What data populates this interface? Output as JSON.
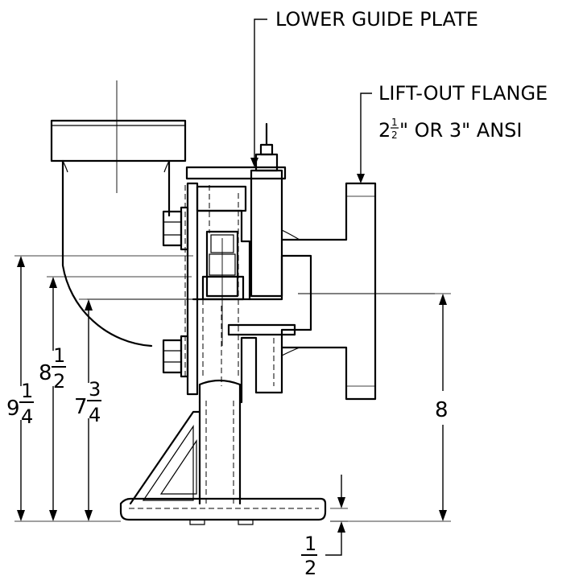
{
  "callouts": {
    "lower_guide_plate": "LOWER GUIDE PLATE",
    "lift_out_flange": "LIFT-OUT FLANGE",
    "flange_size_whole": "2",
    "flange_size_num": "1",
    "flange_size_den": "2",
    "flange_size_rest": "\" OR 3\" ANSI"
  },
  "dimensions": {
    "d9_whole": "9",
    "d9_num": "1",
    "d9_den": "4",
    "d8h_whole": "8",
    "d8h_num": "1",
    "d8h_den": "2",
    "d7_whole": "7",
    "d7_num": "3",
    "d7_den": "4",
    "d8": "8",
    "half_num": "1",
    "half_den": "2"
  }
}
